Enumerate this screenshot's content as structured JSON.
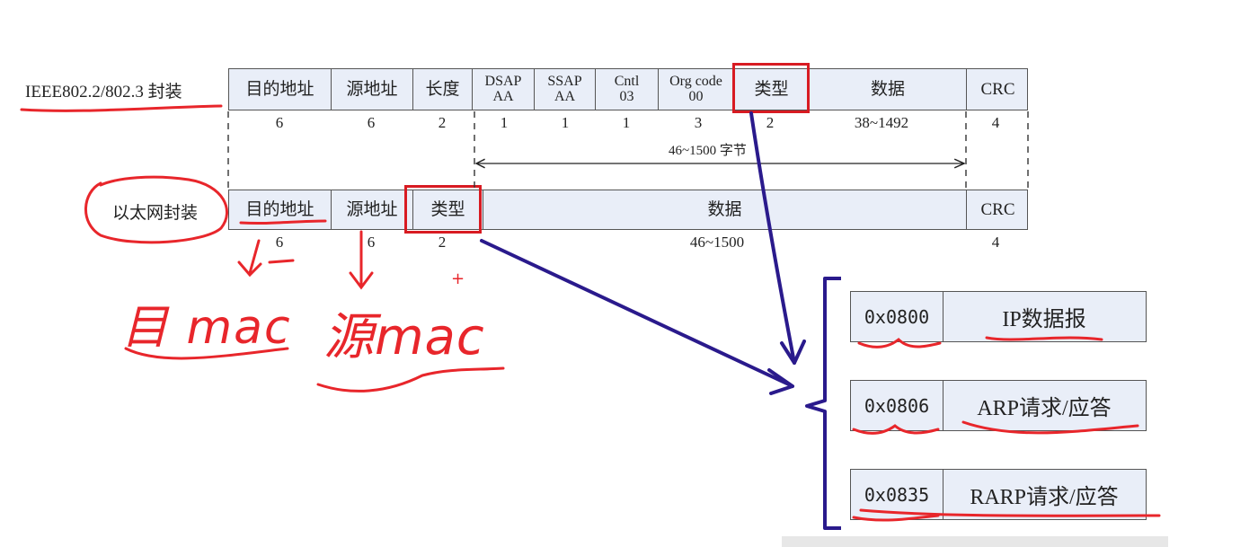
{
  "ieee": {
    "label": "IEEE802.2/802.3 封装",
    "fields": [
      {
        "name": "目的地址"
      },
      {
        "name": "源地址"
      },
      {
        "name": "长度"
      },
      {
        "line1": "DSAP",
        "line2": "AA"
      },
      {
        "line1": "SSAP",
        "line2": "AA"
      },
      {
        "line1": "Cntl",
        "line2": "03"
      },
      {
        "line1": "Org code",
        "line2": "00"
      },
      {
        "name": "类型"
      },
      {
        "name": "数据"
      },
      {
        "name": "CRC"
      }
    ],
    "sizes": [
      "6",
      "6",
      "2",
      "1",
      "1",
      "1",
      "3",
      "2",
      "38~1492",
      "4"
    ],
    "span_label": "46~1500 字节"
  },
  "ethernet": {
    "label": "以太网封装",
    "fields": [
      "目的地址",
      "源地址",
      "类型",
      "数据",
      "CRC"
    ],
    "sizes": [
      "6",
      "6",
      "2",
      "46~1500",
      "4"
    ]
  },
  "annotations": {
    "dest": "目 mac",
    "src": "源mac",
    "plus": "+"
  },
  "types": [
    {
      "code": "0x0800",
      "desc": "IP数据报"
    },
    {
      "code": "0x0806",
      "desc": "ARP请求/应答"
    },
    {
      "code": "0x0835",
      "desc": "RARP请求/应答"
    }
  ],
  "colors": {
    "highlight": "#d81b22",
    "arrow": "#2a1a8c",
    "cell_fill": "#e9eef8"
  }
}
